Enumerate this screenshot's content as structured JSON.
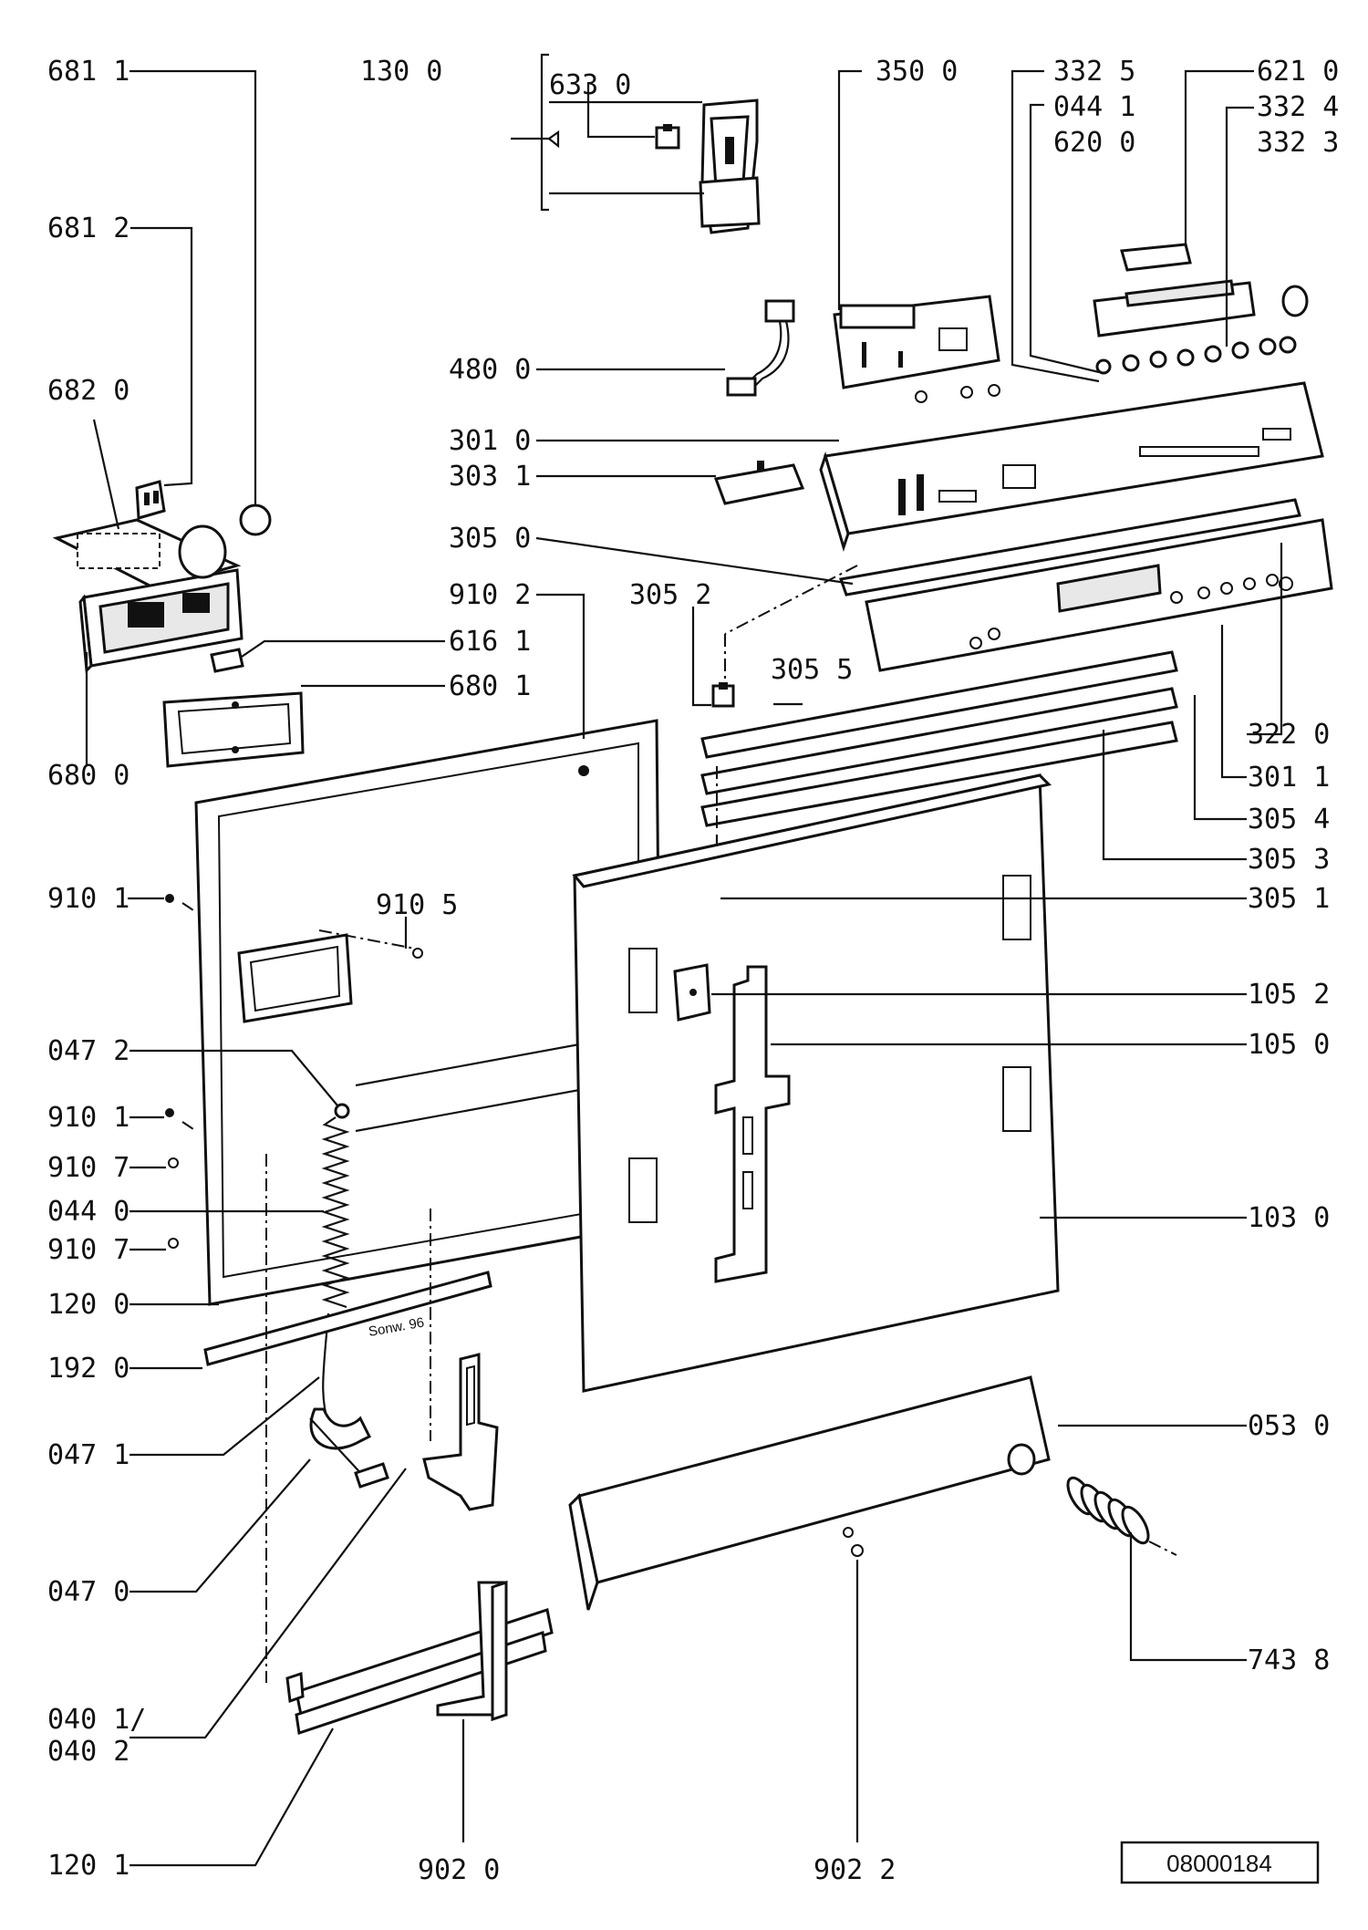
{
  "doc_ref": "08000184",
  "side_marking": "Sonw. 96",
  "labels": {
    "l_681_1": "681 1",
    "l_130_0": "130 0",
    "l_633_0": "633 0",
    "l_350_0": "350 0",
    "l_332_5": "332 5",
    "l_621_0": "621 0",
    "l_044_1": "044 1",
    "l_332_4": "332 4",
    "l_620_0": "620 0",
    "l_332_3": "332 3",
    "l_681_2": "681 2",
    "l_682_0": "682 0",
    "l_480_0": "480 0",
    "l_301_0": "301 0",
    "l_303_1": "303 1",
    "l_305_0": "305 0",
    "l_910_2": "910 2",
    "l_305_2": "305 2",
    "l_616_1": "616 1",
    "l_680_1": "680 1",
    "l_305_5": "305 5",
    "l_680_0": "680 0",
    "l_322_0": "322 0",
    "l_301_1": "301 1",
    "l_305_4": "305 4",
    "l_305_3": "305 3",
    "l_910_1a": "910 1",
    "l_910_5": "910 5",
    "l_305_1": "305 1",
    "l_105_2": "105 2",
    "l_047_2": "047 2",
    "l_105_0": "105 0",
    "l_910_1b": "910 1",
    "l_910_7a": "910 7",
    "l_044_0": "044 0",
    "l_103_0": "103 0",
    "l_910_7b": "910 7",
    "l_120_0": "120 0",
    "l_192_0": "192 0",
    "l_053_0": "053 0",
    "l_047_1": "047 1",
    "l_047_0": "047 0",
    "l_743_8": "743 8",
    "l_040_1": "040 1/",
    "l_040_2": "040 2",
    "l_120_1": "120 1",
    "l_902_0": "902 0",
    "l_902_2": "902 2"
  }
}
